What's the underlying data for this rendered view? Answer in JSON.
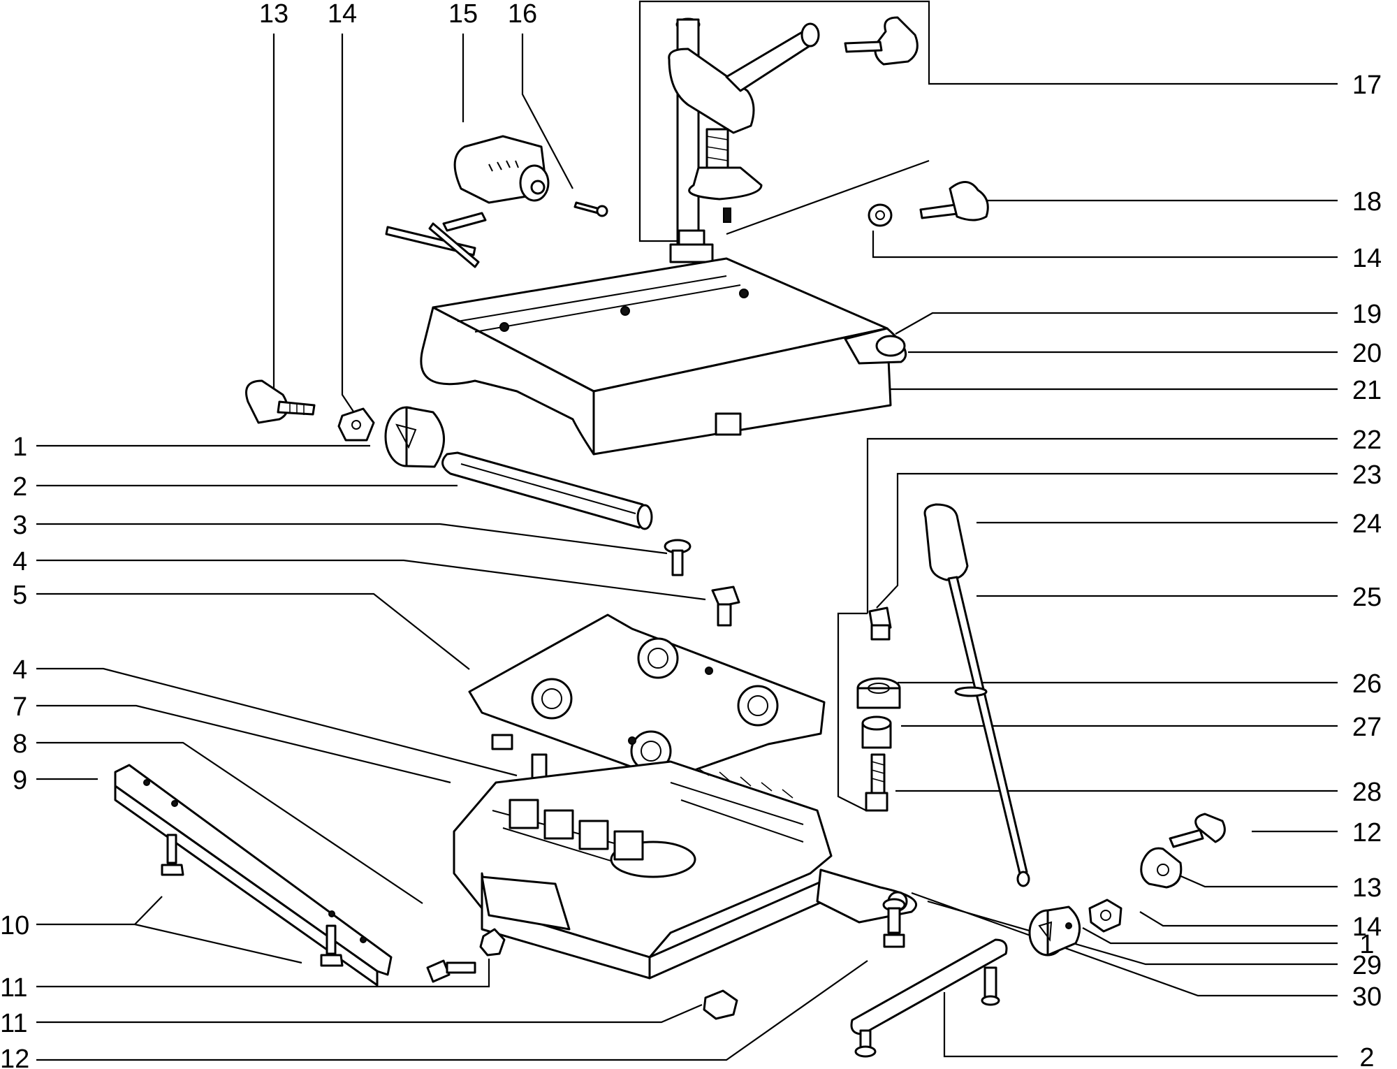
{
  "callouts": {
    "left": [
      "1",
      "2",
      "3",
      "4",
      "5",
      "4",
      "7",
      "8",
      "9",
      "10",
      "11",
      "11",
      "12"
    ],
    "top": [
      "13",
      "14",
      "15",
      "16"
    ],
    "right": [
      "17",
      "18",
      "14",
      "19",
      "20",
      "21",
      "22",
      "23",
      "24",
      "25",
      "26",
      "27",
      "28",
      "12",
      "13",
      "14",
      "1",
      "29",
      "30",
      "2"
    ]
  }
}
